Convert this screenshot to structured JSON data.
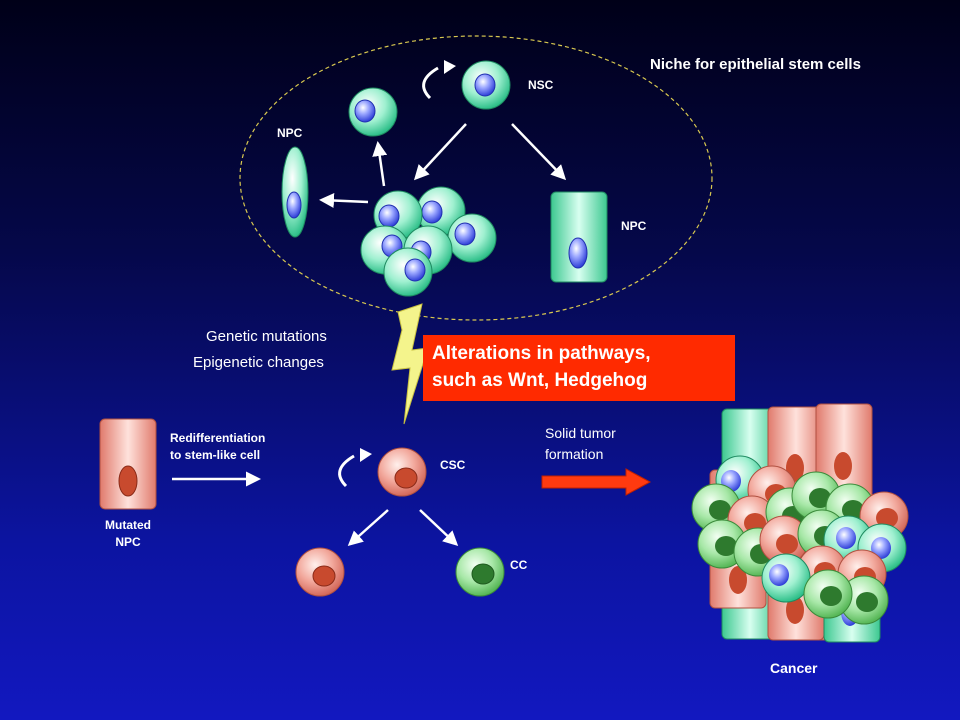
{
  "labels": {
    "niche": "Niche for epithelial stem cells",
    "nsc": "NSC",
    "npc_left": "NPC",
    "npc_right": "NPC",
    "genetic": "Genetic mutations",
    "epigenetic": "Epigenetic changes",
    "alt_line1": "Alterations in pathways,",
    "alt_line2": "such as Wnt, Hedgehog",
    "redif_line1": "Redifferentiation",
    "redif_line2": "to stem-like cell",
    "mutated_line1": "Mutated",
    "mutated_line2": "NPC",
    "csc": "CSC",
    "cc": "CC",
    "solid_line1": "Solid tumor",
    "solid_line2": "formation",
    "cancer": "Cancer"
  },
  "colors": {
    "alteration_box": "#ff2a00",
    "stem_cell_green": "#48d8a8",
    "nucleus_blue": "#6a7cff",
    "cancer_cell_red": "#e88a7e",
    "cancer_nucleus": "#c84a2e",
    "differentiated_green": "#7ed87e",
    "lightning": "#f4f48c"
  }
}
